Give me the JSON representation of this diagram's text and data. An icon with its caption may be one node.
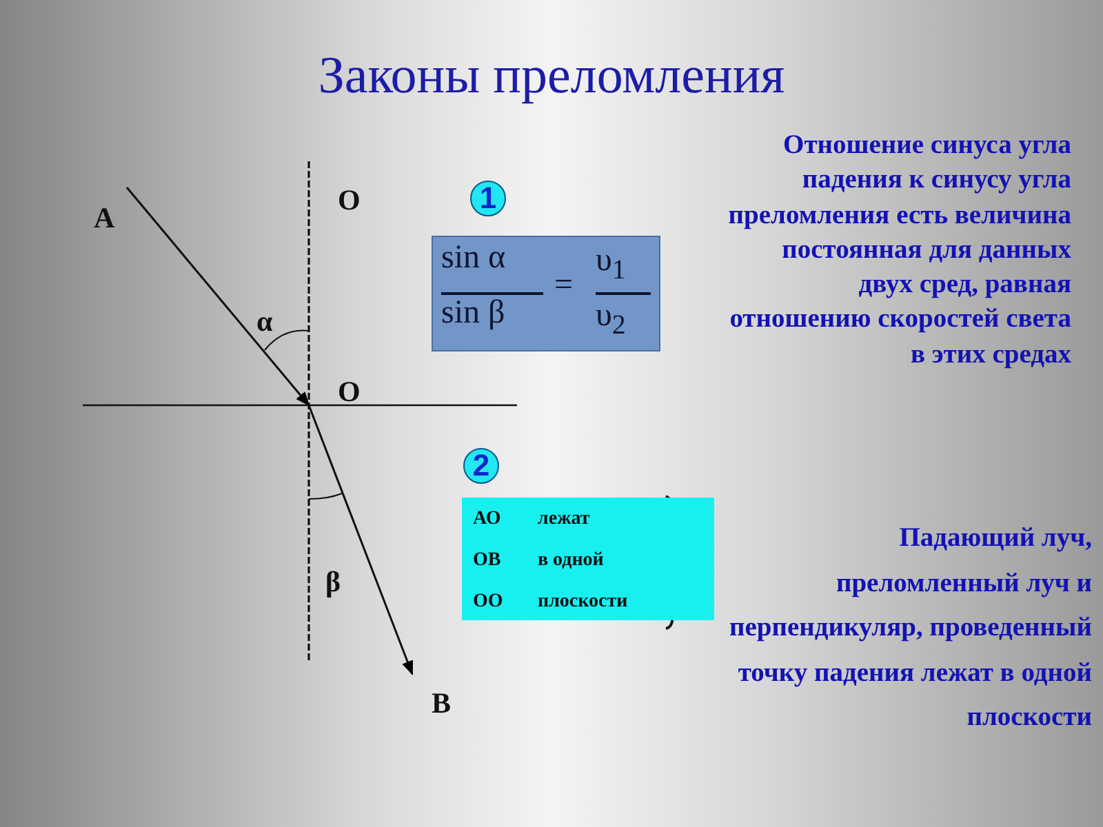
{
  "diagram": {
    "title": "Законы преломления",
    "nodes": [
      {
        "text": [
          "1"
        ]
      },
      {
        "text": [
          "sin α",
          "sin β",
          "=",
          "υ$_{1}$",
          "υ$_{2}$"
        ]
      },
      {
        "text": [
          "2"
        ]
      },
      {
        "text": [
          "АО",
          "лежат",
          "ОВ",
          "в одной",
          "ОО",
          "плоскости"
        ]
      }
    ],
    "labels": [
      "А",
      "О",
      "α",
      "О",
      "β",
      "В",
      "Отношение синуса угла падения к синусу угла преломления есть величина постоянная для данных двух сред, равная отношению скоростей света в этих средах",
      "Падающий луч, преломленный луч и перпендикуляр, проведенный точку падения лежат в одной плоскости"
    ]
  }
}
